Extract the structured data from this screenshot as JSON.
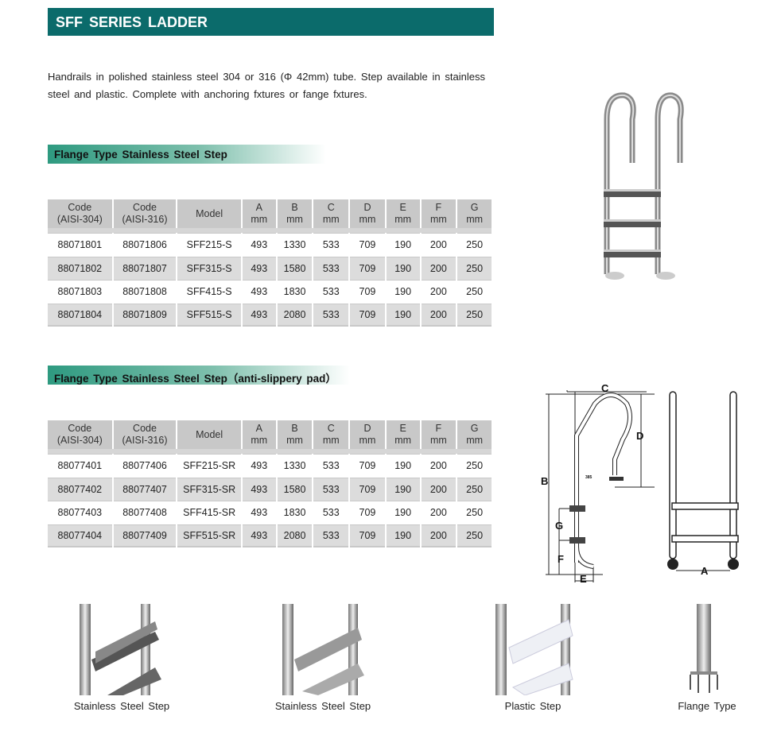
{
  "title": "SFF  SERIES  LADDER",
  "intro": "Handrails in polished stainless steel 304 or 316 (Φ 42mm) tube. Step available in stainless steel and plastic. Complete with anchoring fxtures or fange fxtures.",
  "headers": [
    [
      "Code",
      "(AISI-304)"
    ],
    [
      "Code",
      "(AISI-316)"
    ],
    [
      "Model",
      ""
    ],
    [
      "A",
      "mm"
    ],
    [
      "B",
      "mm"
    ],
    [
      "C",
      "mm"
    ],
    [
      "D",
      "mm"
    ],
    [
      "E",
      "mm"
    ],
    [
      "F",
      "mm"
    ],
    [
      "G",
      "mm"
    ]
  ],
  "tables": [
    {
      "heading": "Flange Type Stainless Steel Step",
      "rows": [
        [
          "88071801",
          "88071806",
          "SFF215-S",
          "493",
          "1330",
          "533",
          "709",
          "190",
          "200",
          "250"
        ],
        [
          "88071802",
          "88071807",
          "SFF315-S",
          "493",
          "1580",
          "533",
          "709",
          "190",
          "200",
          "250"
        ],
        [
          "88071803",
          "88071808",
          "SFF415-S",
          "493",
          "1830",
          "533",
          "709",
          "190",
          "200",
          "250"
        ],
        [
          "88071804",
          "88071809",
          "SFF515-S",
          "493",
          "2080",
          "533",
          "709",
          "190",
          "200",
          "250"
        ]
      ]
    },
    {
      "heading": "Flange Type Stainless Steel Step（anti-slippery pad）",
      "rows": [
        [
          "88077401",
          "88077406",
          "SFF215-SR",
          "493",
          "1330",
          "533",
          "709",
          "190",
          "200",
          "250"
        ],
        [
          "88077402",
          "88077407",
          "SFF315-SR",
          "493",
          "1580",
          "533",
          "709",
          "190",
          "200",
          "250"
        ],
        [
          "88077403",
          "88077408",
          "SFF415-SR",
          "493",
          "1830",
          "533",
          "709",
          "190",
          "200",
          "250"
        ],
        [
          "88077404",
          "88077409",
          "SFF515-SR",
          "493",
          "2080",
          "533",
          "709",
          "190",
          "200",
          "250"
        ]
      ]
    }
  ],
  "diagram": {
    "labels": [
      "A",
      "B",
      "C",
      "D",
      "E",
      "F",
      "G"
    ],
    "small": "385"
  },
  "captions": [
    "Stainless Steel Step",
    "Stainless Steel Step",
    "Plastic Step",
    "Flange Type"
  ]
}
